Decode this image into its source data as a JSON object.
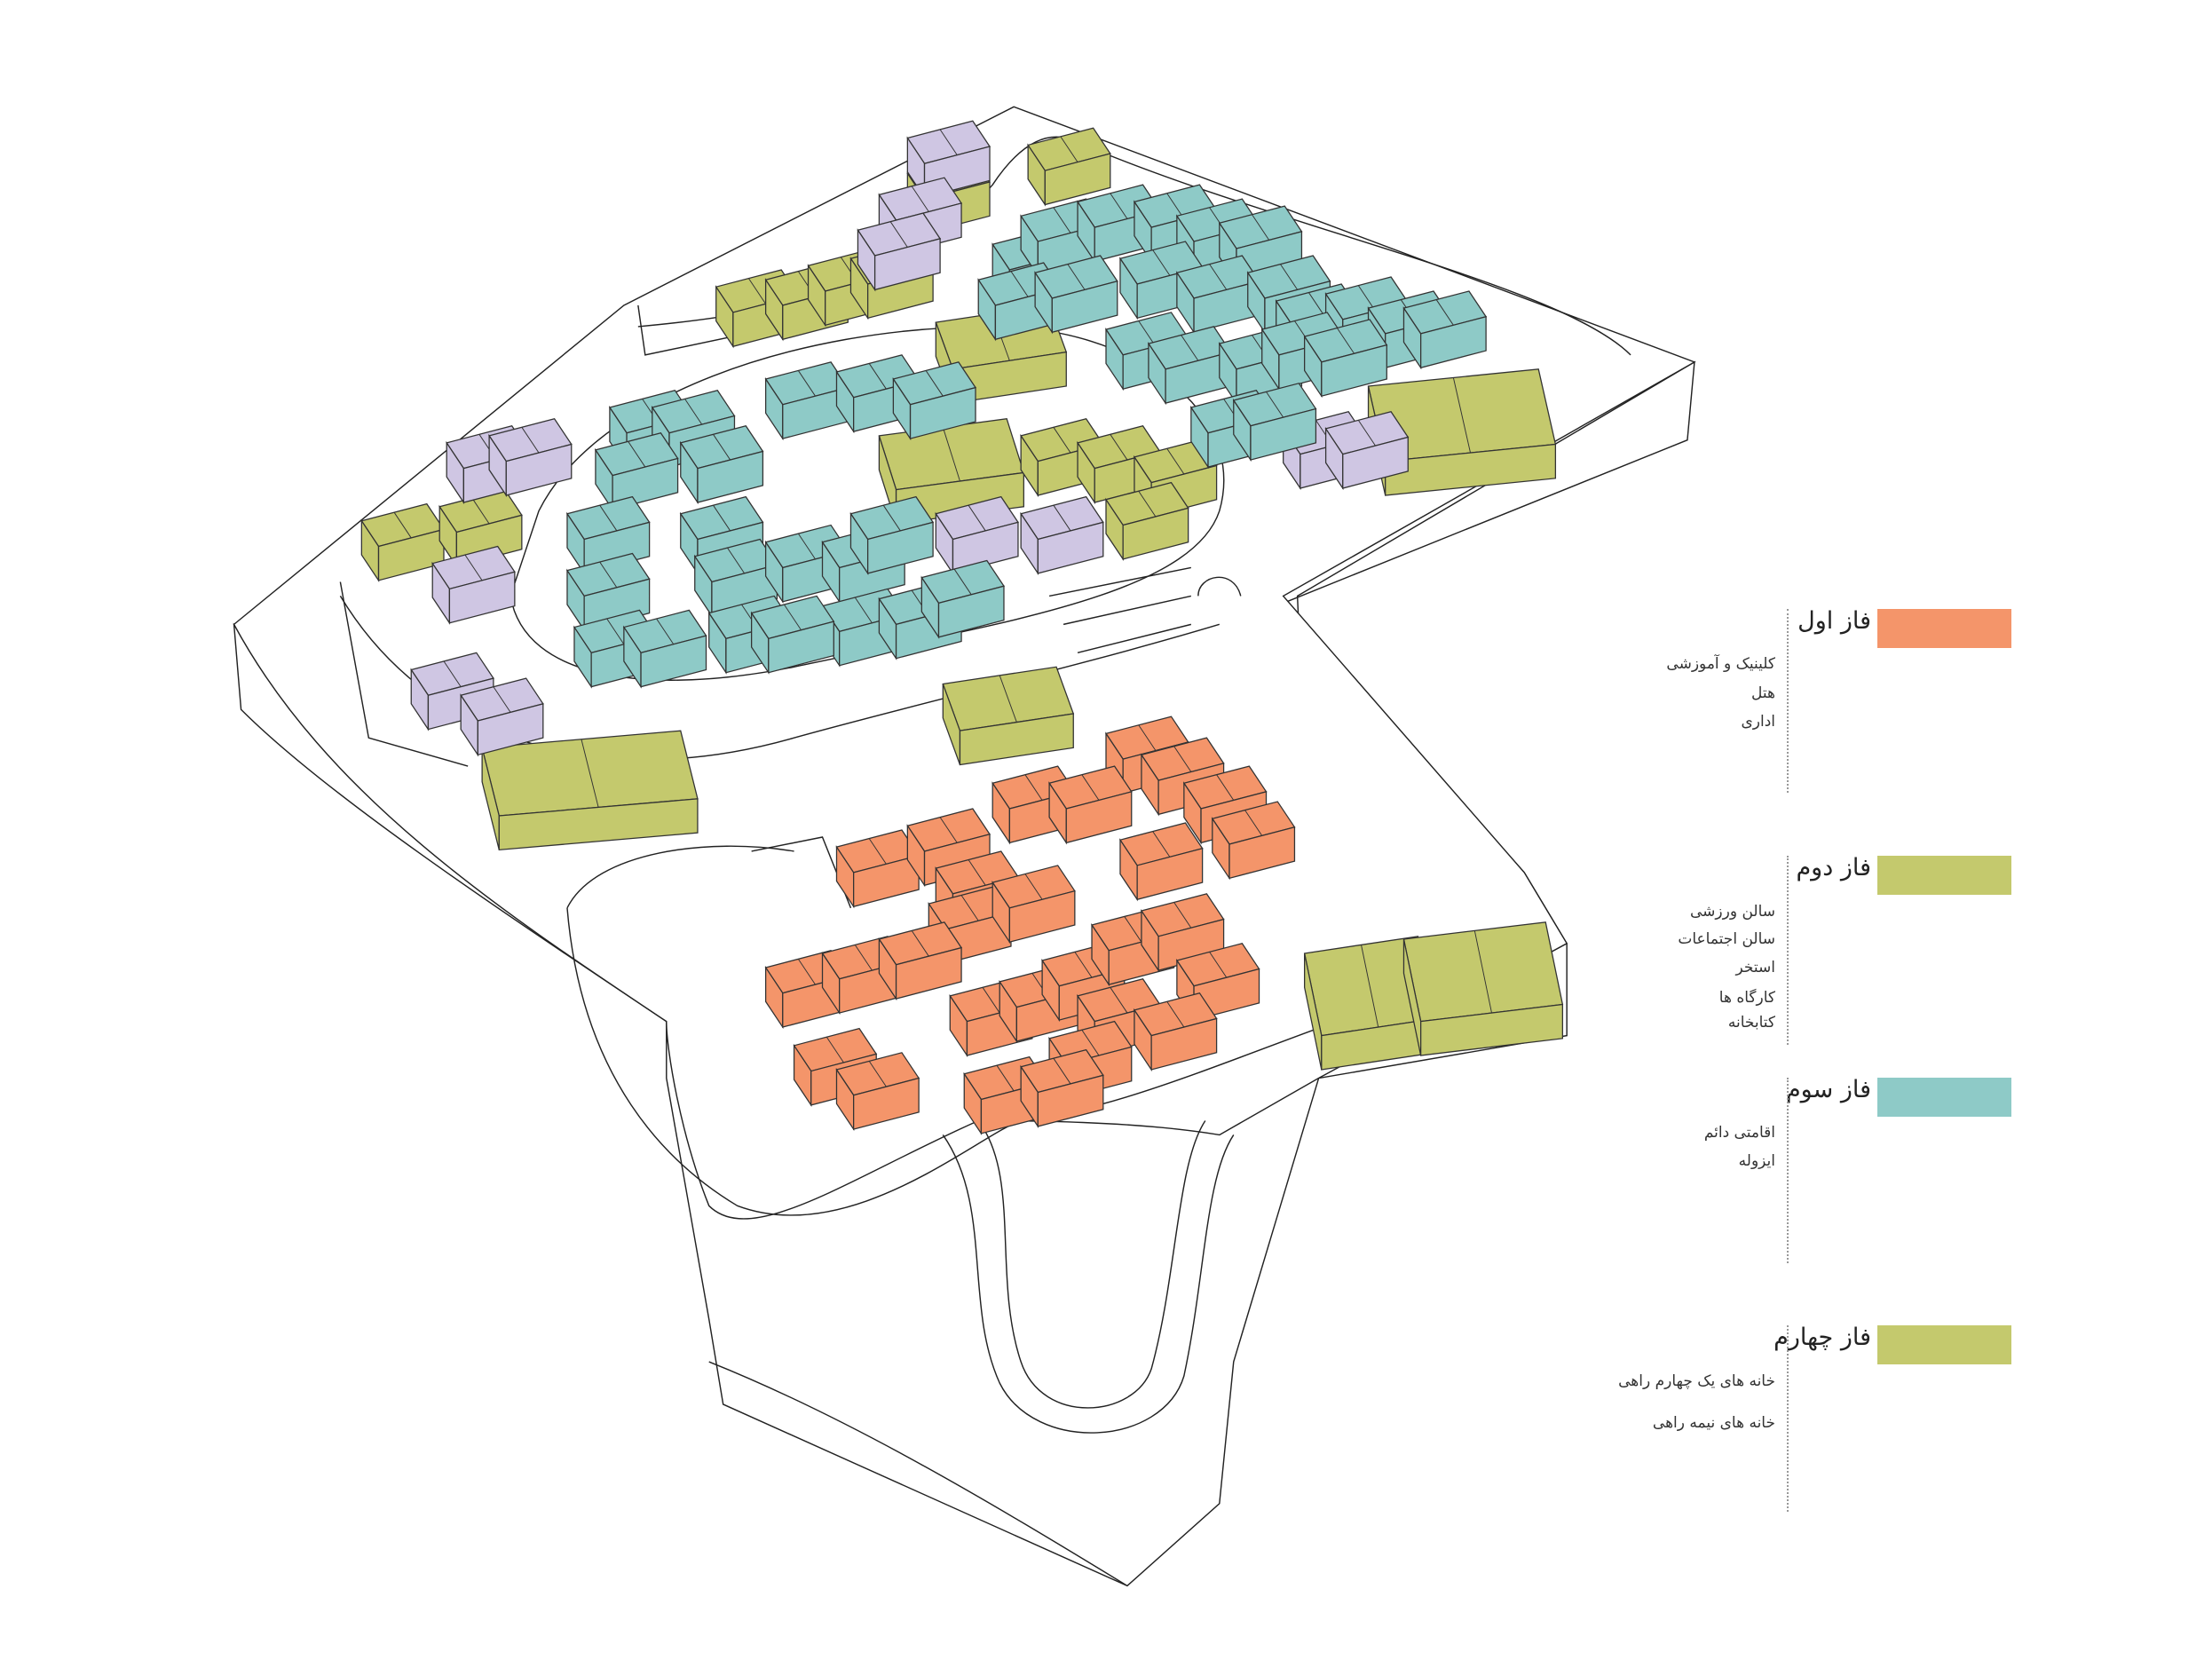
{
  "legend": {
    "phases": [
      {
        "title": "فاز اول",
        "color": "#f4956a",
        "items": [
          "کلینیک و آموزشی",
          "هتل",
          "اداری"
        ]
      },
      {
        "title": "فاز دوم",
        "color": "#c4c96d",
        "items": [
          "سالن ورزشی",
          "سالن اجتماعات",
          "استخر",
          "کارگاه ها",
          "کتابخانه"
        ]
      },
      {
        "title": "فاز سوم",
        "color": "#8ecac7",
        "items": [
          "اقامتی دائم",
          "ایزوله"
        ]
      },
      {
        "title": "فاز چهارم",
        "color": "#c4c96d",
        "items": [
          "خانه های یک چهارم راهی",
          "خانه های نیمه راهی"
        ]
      }
    ]
  },
  "colors": {
    "phase1": "#f4956a",
    "phase2": "#c4c96d",
    "phase3": "#8ecac7",
    "phase4": "#c4c96d",
    "existing": "#cfc6e3"
  }
}
